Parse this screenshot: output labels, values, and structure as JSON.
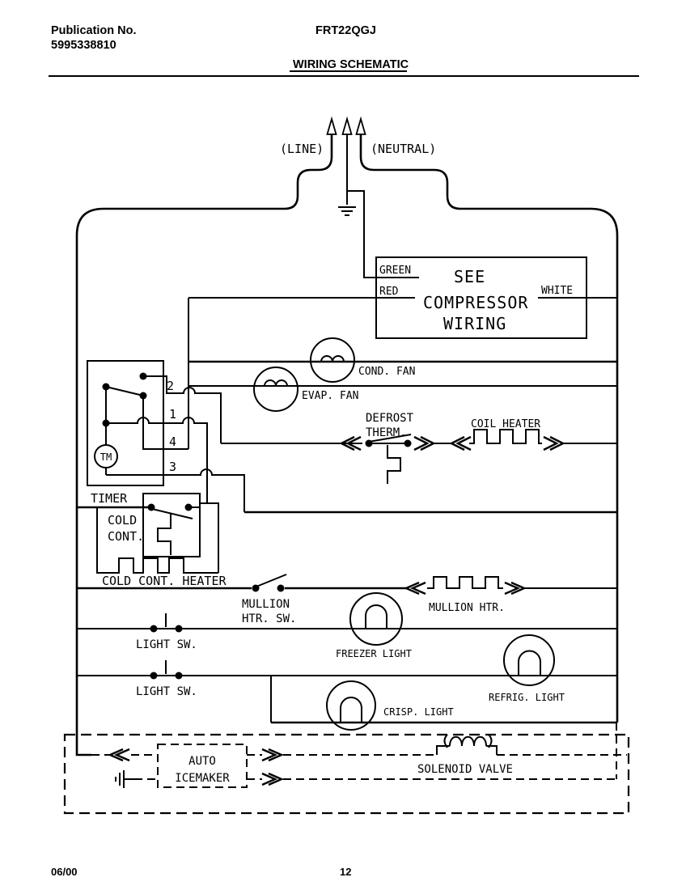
{
  "header": {
    "publication_label": "Publication No.",
    "publication_number": "5995338810",
    "model": "FRT22QGJ",
    "title": "WIRING SCHEMATIC"
  },
  "power": {
    "line": "(LINE)",
    "neutral": "(NEUTRAL)"
  },
  "compressor": {
    "see": "SEE",
    "name": "COMPRESSOR",
    "wiring": "WIRING",
    "green": "GREEN",
    "red": "RED",
    "white": "WHITE"
  },
  "timer": {
    "label": "TIMER",
    "motor": "TM",
    "terminals": [
      "2",
      "1",
      "4",
      "3"
    ]
  },
  "components": {
    "cond_fan": "COND. FAN",
    "evap_fan": "EVAP. FAN",
    "defrost_line1": "DEFROST",
    "defrost_line2": "THERM.",
    "coil_heater": "COIL HEATER",
    "cold_line1": "COLD",
    "cold_line2": "CONT.",
    "cold_cont_heater": "COLD CONT. HEATER",
    "mullion_line1": "MULLION",
    "mullion_line2": "HTR. SW.",
    "mullion_htr": "MULLION HTR.",
    "light_sw_1": "LIGHT SW.",
    "light_sw_2": "LIGHT SW.",
    "freezer_light": "FREEZER LIGHT",
    "refrig_light": "REFRIG. LIGHT",
    "crisp_light": "CRISP. LIGHT",
    "auto_line1": "AUTO",
    "auto_line2": "ICEMAKER",
    "solenoid_valve": "SOLENOID VALVE"
  },
  "footer": {
    "date": "06/00",
    "page": "12"
  },
  "colors": {
    "ink": "#000000",
    "paper": "#ffffff"
  }
}
